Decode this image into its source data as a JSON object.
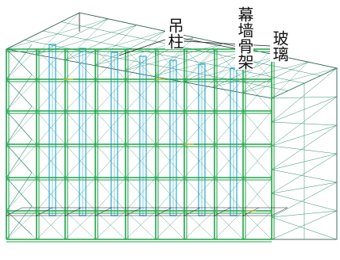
{
  "labels": {
    "hanging_column": "吊柱",
    "curtain_wall_frame": "幕墙骨架",
    "glass": "玻璃"
  },
  "colors": {
    "frame": "#1fa34a",
    "column": "#2aa9d6",
    "wire": "#1a1a1a",
    "hatch": "#2f8f6b",
    "accent": "#d9c200"
  }
}
